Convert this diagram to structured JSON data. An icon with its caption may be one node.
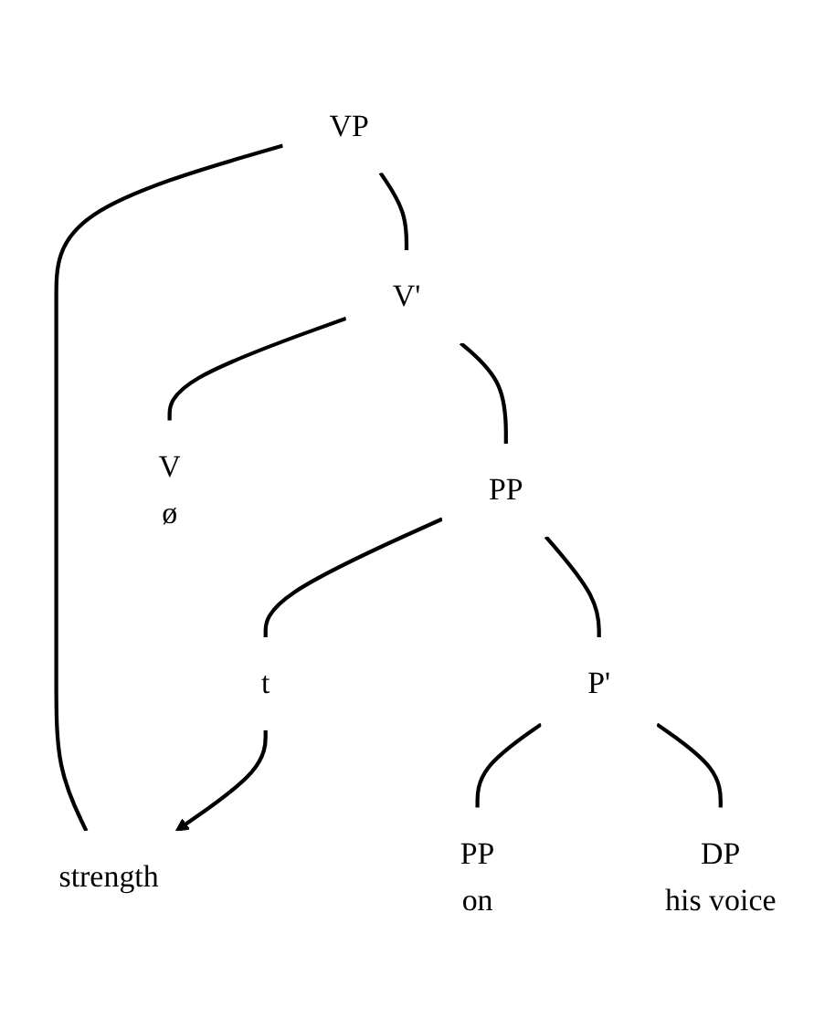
{
  "diagram": {
    "nodes": [
      {
        "text": [
          "VP"
        ]
      },
      {
        "text": [
          "strength"
        ]
      },
      {
        "text": [
          "V'"
        ]
      },
      {
        "text": [
          "V",
          "ø"
        ]
      },
      {
        "text": [
          "PP"
        ]
      },
      {
        "text": [
          "t"
        ]
      },
      {
        "text": [
          "P'"
        ]
      },
      {
        "text": [
          "PP",
          "on"
        ]
      },
      {
        "text": [
          "DP",
          "his voice"
        ]
      }
    ],
    "edges": [
      {
        "from": 0,
        "to": 1,
        "arrow": "none"
      },
      {
        "from": 0,
        "to": 2,
        "arrow": "none"
      },
      {
        "from": 2,
        "to": 3,
        "arrow": "none"
      },
      {
        "from": 2,
        "to": 4,
        "arrow": "none"
      },
      {
        "from": 4,
        "to": 5,
        "arrow": "none"
      },
      {
        "from": 4,
        "to": 6,
        "arrow": "none"
      },
      {
        "from": 6,
        "to": 7,
        "arrow": "none"
      },
      {
        "from": 6,
        "to": 8,
        "arrow": "none"
      },
      {
        "from": 5,
        "to": 1,
        "arrow": "to"
      }
    ]
  }
}
